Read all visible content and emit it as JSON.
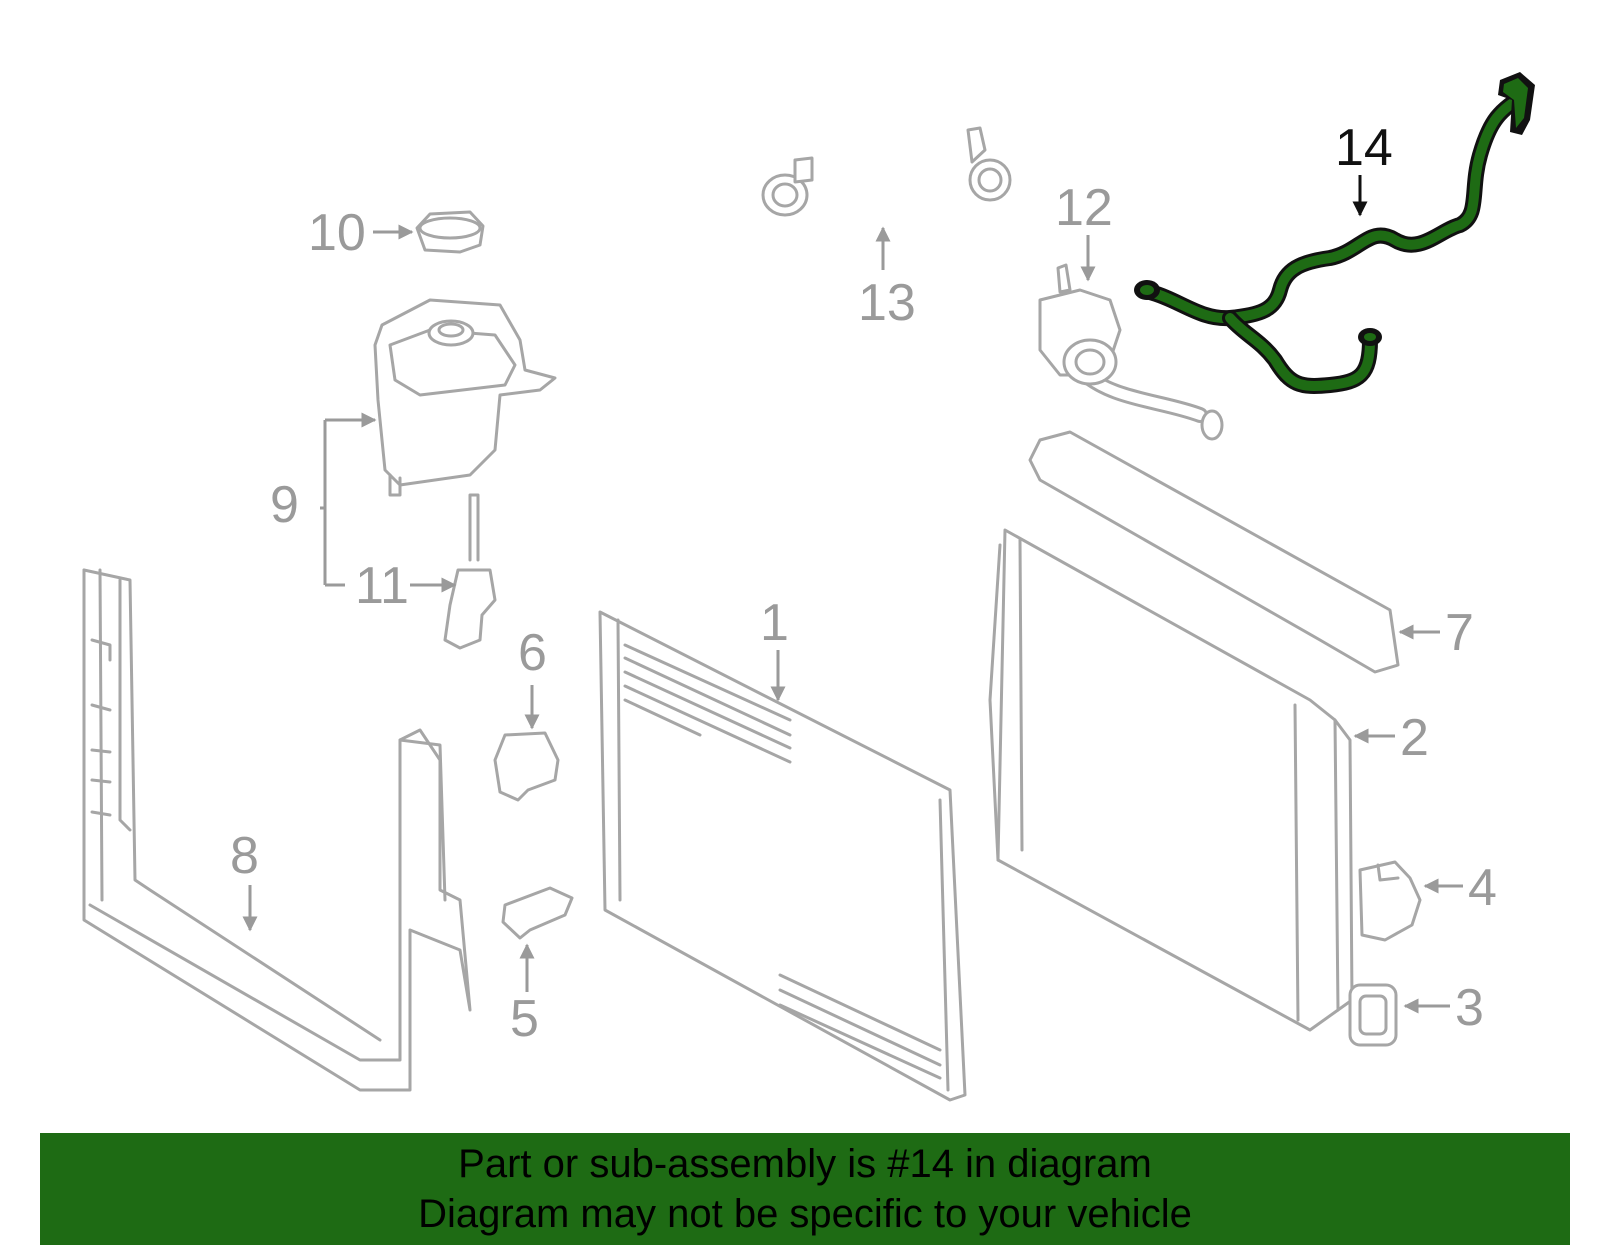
{
  "colors": {
    "highlight": "#1e6b14",
    "banner_bg": "#1e6b14",
    "part_outline": "#a6a6a6",
    "label_gray": "#9a9a9a",
    "label_highlight": "#111111"
  },
  "callouts": {
    "c1": "1",
    "c2": "2",
    "c3": "3",
    "c4": "4",
    "c5": "5",
    "c6": "6",
    "c7": "7",
    "c8": "8",
    "c9": "9",
    "c10": "10",
    "c11": "11",
    "c12": "12",
    "c13": "13",
    "c14": "14"
  },
  "highlighted_part": "14",
  "banner": {
    "line1": "Part or sub-assembly is #14 in diagram",
    "line2": "Diagram may not be specific to your vehicle"
  }
}
